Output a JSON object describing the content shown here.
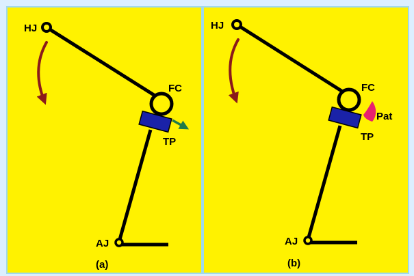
{
  "panels": [
    {
      "caption": "(a)",
      "labels": {
        "hip_joint": "HJ",
        "femoral_condyle": "FC",
        "tibial_plateau": "TP",
        "ankle_joint": "AJ"
      }
    },
    {
      "caption": "(b)",
      "labels": {
        "hip_joint": "HJ",
        "femoral_condyle": "FC",
        "tibial_plateau": "TP",
        "ankle_joint": "AJ",
        "patella": "Pat"
      }
    }
  ],
  "colors": {
    "background": "#dcefff",
    "panel_fill": "#fff200",
    "panel_border": "#9fd9ec",
    "limb": "#000000",
    "tibial_plateau": "#1a22a8",
    "rotation_arrow": "#8b1a1a",
    "translation_arrow": "#1f7a4a",
    "patella": "#e8206e"
  },
  "icons": {
    "rotation_arrow": "curved-arrow-down-icon",
    "translation_arrow": "arrow-right-icon"
  }
}
